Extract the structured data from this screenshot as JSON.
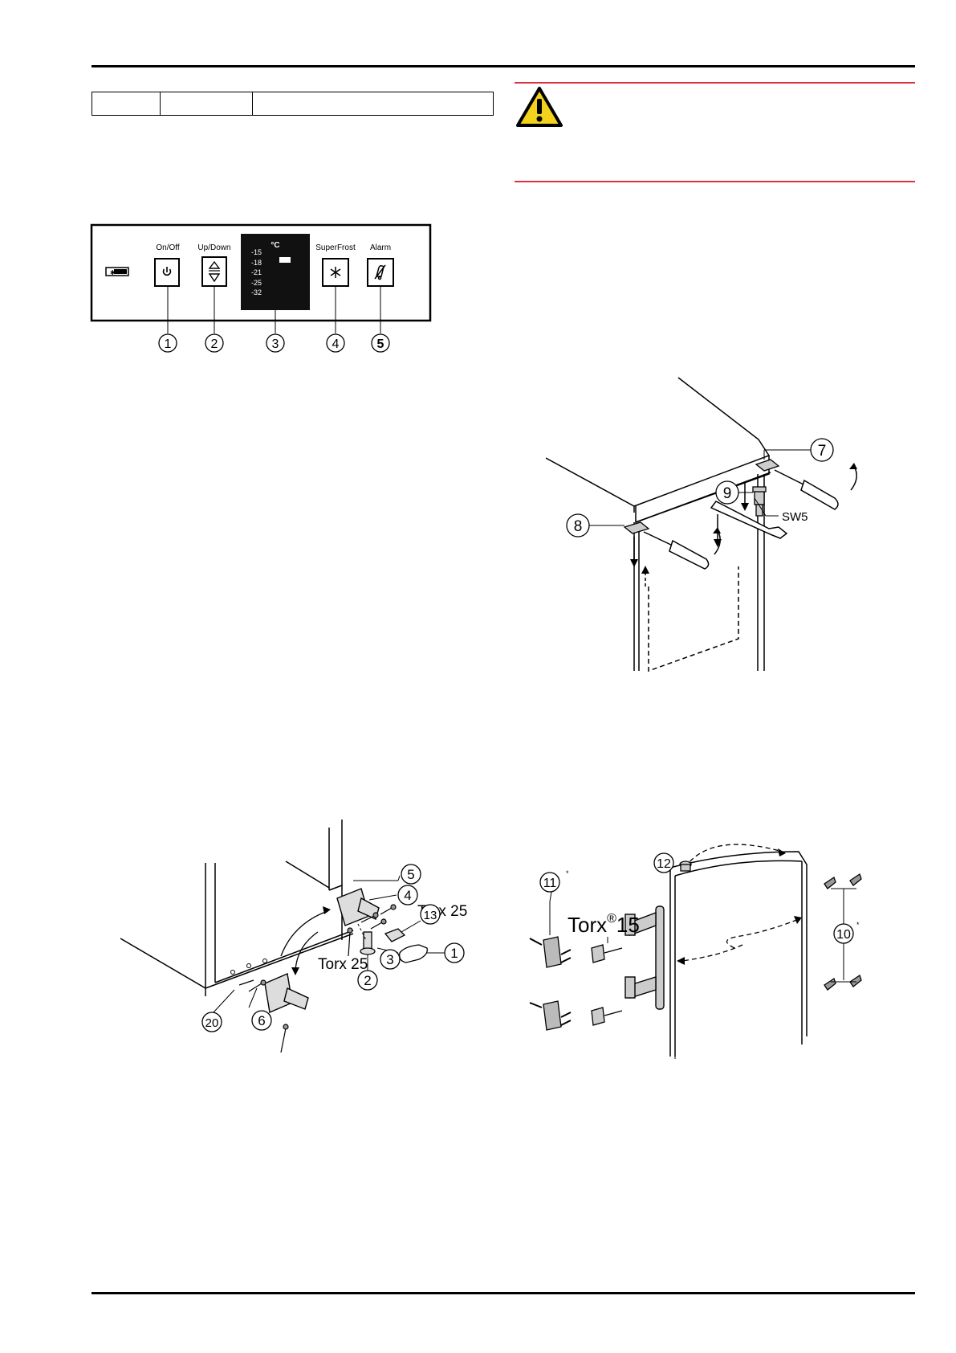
{
  "control_panel": {
    "buttons": [
      {
        "label": "On/Off",
        "icon": "power-icon",
        "callout": "1"
      },
      {
        "label": "Up/Down",
        "icon": "up-down-arrows-icon",
        "callout": "2"
      },
      {
        "label": "SuperFrost",
        "icon": "snowflake-icon",
        "callout": "4"
      },
      {
        "label": "Alarm",
        "icon": "alarm-mute-icon",
        "callout": "5"
      }
    ],
    "display": {
      "unit": "°C",
      "temperatures": [
        "-15",
        "-18",
        "-21",
        "-25",
        "-32"
      ],
      "callout": "3"
    }
  },
  "figure_top_right": {
    "callouts": [
      "7",
      "8",
      "9"
    ],
    "wrench_label": "SW5"
  },
  "figure_bottom_left": {
    "callouts": [
      "5",
      "4",
      "13",
      "1",
      "3",
      "2",
      "6",
      "20"
    ],
    "torx_label_1": "Torx 25",
    "torx_label_2": "Torx 25"
  },
  "figure_bottom_right": {
    "callouts": [
      "11",
      "12",
      "10"
    ],
    "torx_label": "Torx",
    "torx_registered": "®",
    "torx_size": "15",
    "asterisk": "*"
  },
  "colors": {
    "warning_yellow": "#f2d21c",
    "red_rule": "#e03040",
    "display_bg": "#111111"
  }
}
